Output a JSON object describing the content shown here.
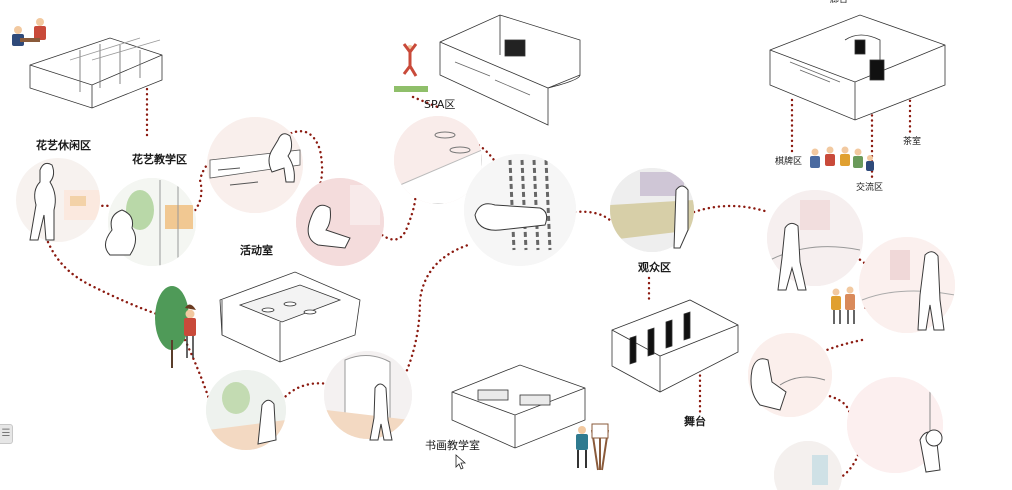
{
  "labels": {
    "flower_leisure": "花艺休闲区",
    "flower_teaching": "花艺教学区",
    "activity_room": "活动室",
    "spa": "SPA区",
    "audience": "观众区",
    "stage": "舞台",
    "calligraphy": "书画教学室",
    "chess": "棋牌区",
    "tea": "茶室",
    "exchange": "交流区",
    "gallery_cut": "廊台"
  },
  "ui": {
    "handle_glyph": "☰"
  },
  "colors": {
    "route": "#8b1a10",
    "tree": "#4f9a58",
    "blush": "#f3d7d2",
    "sketch": "#3a3a3a"
  }
}
